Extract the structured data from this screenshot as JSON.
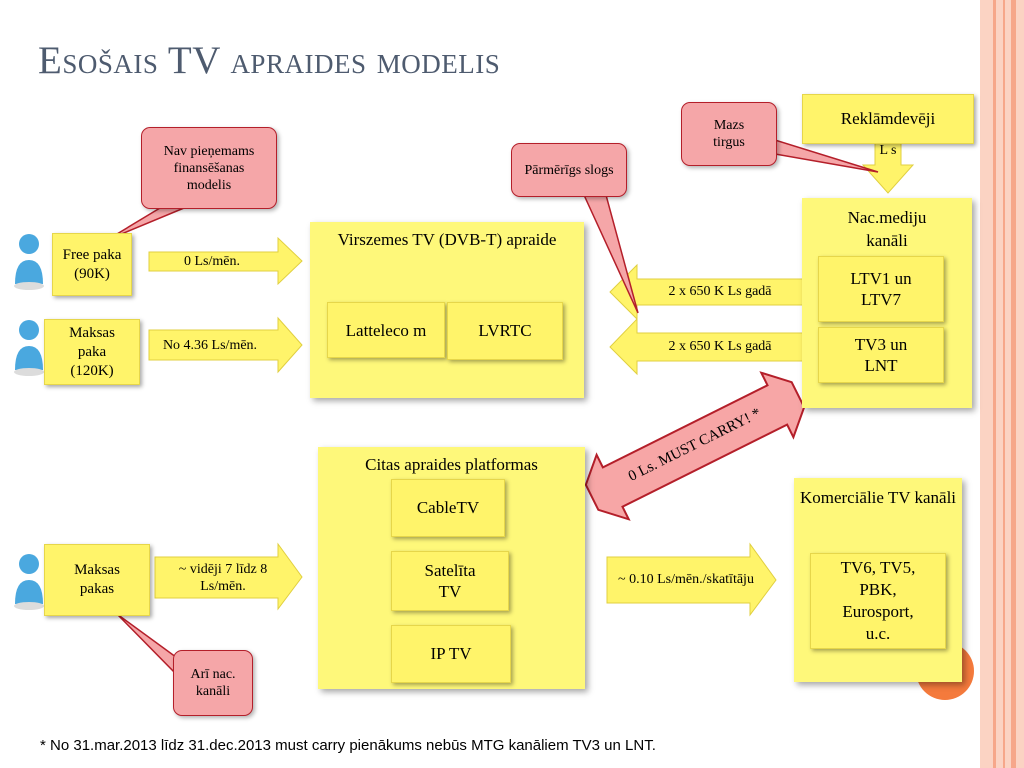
{
  "title": "Esošais TV apraides modelis",
  "colors": {
    "panel": "#fef87a",
    "box": "#fff46a",
    "note_fill": "#f5a6a8",
    "note_border": "#b41f2a",
    "title": "#4e5b6f",
    "accent": "#f47a3c"
  },
  "users": {
    "free": "Free paka (90K)",
    "maksas": "Maksas paka (120K)",
    "maksas_pakas": "Maksas pakas"
  },
  "prices": {
    "free": "0 Ls/mēn.",
    "maksas": "No 4.36 Ls/mēn.",
    "other": "~ vidēji 7 līdz 8 Ls/mēn.",
    "commercial": "~ 0.10 Ls/mēn./skatītāju",
    "ltv": "2 x 650 K Ls gadā",
    "tv3": "2 x 650 K Ls gadā",
    "ads": "L s",
    "must_carry": "0 Ls. MUST CARRY! *"
  },
  "virszemes": {
    "title": "Virszemes TV (DVB-T) apraide",
    "lattelecom": "Latteleco m",
    "lvrtc": "LVRTC"
  },
  "citas": {
    "title": "Citas apraides platformas",
    "items": [
      "CableTV",
      "Satelīta TV",
      "IP TV"
    ]
  },
  "nac": {
    "title": "Nac.mediju kanāli",
    "items": [
      "LTV1 un LTV7",
      "TV3 un LNT"
    ]
  },
  "kom": {
    "title": "Komerciālie TV kanāli",
    "items": "TV6, TV5, PBK, Eurosport, u.c."
  },
  "reklam": "Reklāmdevēji",
  "notes": {
    "nav": "Nav pieņemams finansēšanas modelis",
    "parmerigs": "Pārmērīgs slogs",
    "mazs": "Mazs tirgus",
    "ari": "Arī nac. kanāli"
  },
  "footnote": "* No 31.mar.2013 līdz 31.dec.2013 must carry pienākums nebūs MTG kanāliem TV3 un LNT."
}
